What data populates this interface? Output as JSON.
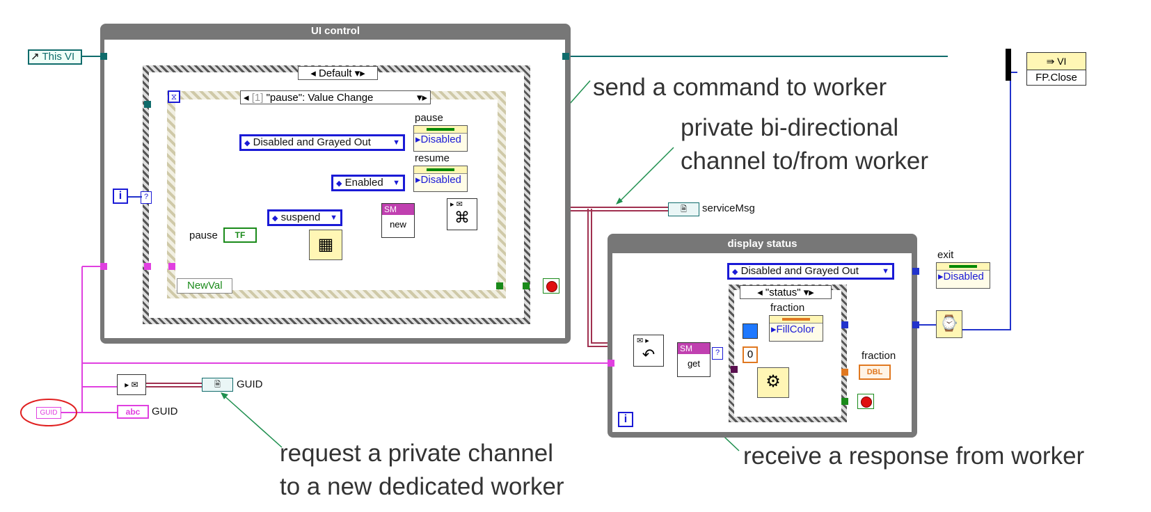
{
  "this_vi": {
    "label": "This VI"
  },
  "fp_close": {
    "label": "FP.Close",
    "header": "VI"
  },
  "ui_control": {
    "title": "UI control",
    "case_selector": "Default",
    "event_selector_index": "[1]",
    "event_selector": "\"pause\": Value Change",
    "pause_prop": {
      "name": "pause",
      "value": "Disabled"
    },
    "resume_prop": {
      "name": "resume",
      "value": "Disabled"
    },
    "enum_disabled": "Disabled and Grayed Out",
    "enum_enabled": "Enabled",
    "enum_suspend": "suspend",
    "pause_terminal": "pause",
    "pause_tf": "TF",
    "newval": "NewVal",
    "iteration": "i",
    "sm_new_header": "SM",
    "sm_new_label": "new"
  },
  "service_msg": "serviceMsg",
  "display_status": {
    "title": "display status",
    "exit_prop": {
      "name": "exit",
      "value": "Disabled"
    },
    "enum_disabled": "Disabled and Grayed Out",
    "case_selector": "\"status\"",
    "fraction_prop": {
      "name": "fraction",
      "value": "FillColor"
    },
    "const_zero": "0",
    "fraction_indicator_label": "fraction",
    "fraction_indicator": "DBL",
    "sm_get_header": "SM",
    "sm_get_label": "get",
    "iteration": "i"
  },
  "guid": {
    "constant": "GUID",
    "label1": "GUID",
    "label2": "GUID",
    "abc": "abc"
  },
  "annotations": {
    "send": "send a command to worker",
    "private1": "private bi-directional",
    "private2": "channel to/from worker",
    "request1": "request a private channel",
    "request2": "to a new dedicated worker",
    "receive": "receive a response from worker"
  },
  "colors": {
    "refnum_wire": "#0f6b6b",
    "pink_wire": "#e040e0",
    "channel_wire": "#a0304f",
    "blue_wire": "#2233cc",
    "orange_wire": "#e07820",
    "frame_gray": "#777777"
  }
}
